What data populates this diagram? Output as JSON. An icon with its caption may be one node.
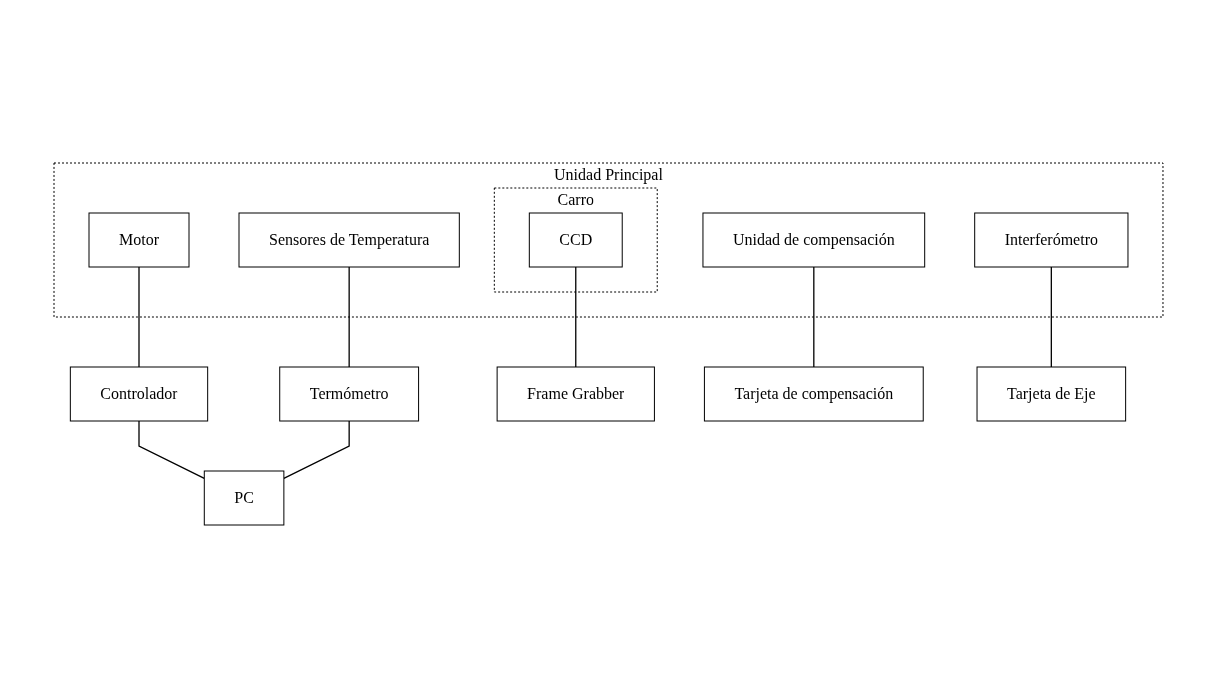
{
  "diagram": {
    "nodes": [
      {
        "text": [
          "Unidad Principal"
        ]
      },
      {
        "text": [
          "Motor"
        ],
        "in": 0
      },
      {
        "text": [
          "Carro"
        ],
        "in": 0
      },
      {
        "text": [
          "CCD"
        ],
        "in": 2
      },
      {
        "text": [
          "Unidad de compensación"
        ],
        "in": 0
      },
      {
        "text": [
          "Interferómetro"
        ],
        "in": 0
      },
      {
        "text": [
          "Sensores de Temperatura"
        ],
        "in": 0
      },
      {
        "text": [
          "Controlador"
        ]
      },
      {
        "text": [
          "Termómetro"
        ]
      },
      {
        "text": [
          "Frame Grabber"
        ]
      },
      {
        "text": [
          "PC"
        ]
      },
      {
        "text": [
          "Tarjeta de compensación"
        ]
      },
      {
        "text": [
          "Tarjeta de Eje"
        ]
      }
    ],
    "edges": [
      {
        "from": 1,
        "to": 7,
        "arrow": "none"
      },
      {
        "from": 3,
        "to": 9,
        "arrow": "none"
      },
      {
        "from": 7,
        "to": 10,
        "arrow": "none"
      },
      {
        "from": 6,
        "to": 8,
        "arrow": "none"
      },
      {
        "from": 8,
        "to": 10,
        "arrow": "none"
      },
      {
        "from": 4,
        "to": 11,
        "arrow": "none"
      },
      {
        "from": 5,
        "to": 12,
        "arrow": "none"
      }
    ]
  }
}
